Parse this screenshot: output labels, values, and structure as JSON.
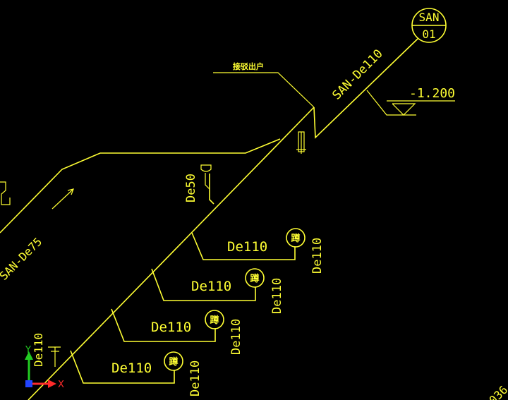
{
  "colors": {
    "background": "#000000",
    "linework": "#ffff33",
    "axis_x": "#ff2b2b",
    "axis_y": "#22cc22",
    "axis_origin": "#2244ff"
  },
  "bubble": {
    "top": "SAN",
    "bottom": "01"
  },
  "labels": {
    "main_pipe": "SAN-De110",
    "level": "-1.200",
    "outlet_note": "接驳出户",
    "branch_de50": "De50",
    "left_pipe": "SAN-De75",
    "left_vertical": "De110",
    "corner_partial": "036"
  },
  "branches": [
    {
      "horizontal": "De110",
      "vertical": "De110",
      "fixture": "蹲"
    },
    {
      "horizontal": "De110",
      "vertical": "De110",
      "fixture": "蹲"
    },
    {
      "horizontal": "De110",
      "vertical": "De110",
      "fixture": "蹲"
    },
    {
      "horizontal": "De110",
      "vertical": "De110",
      "fixture": "蹲"
    }
  ],
  "ucs": {
    "x": "X",
    "y": "Y"
  }
}
